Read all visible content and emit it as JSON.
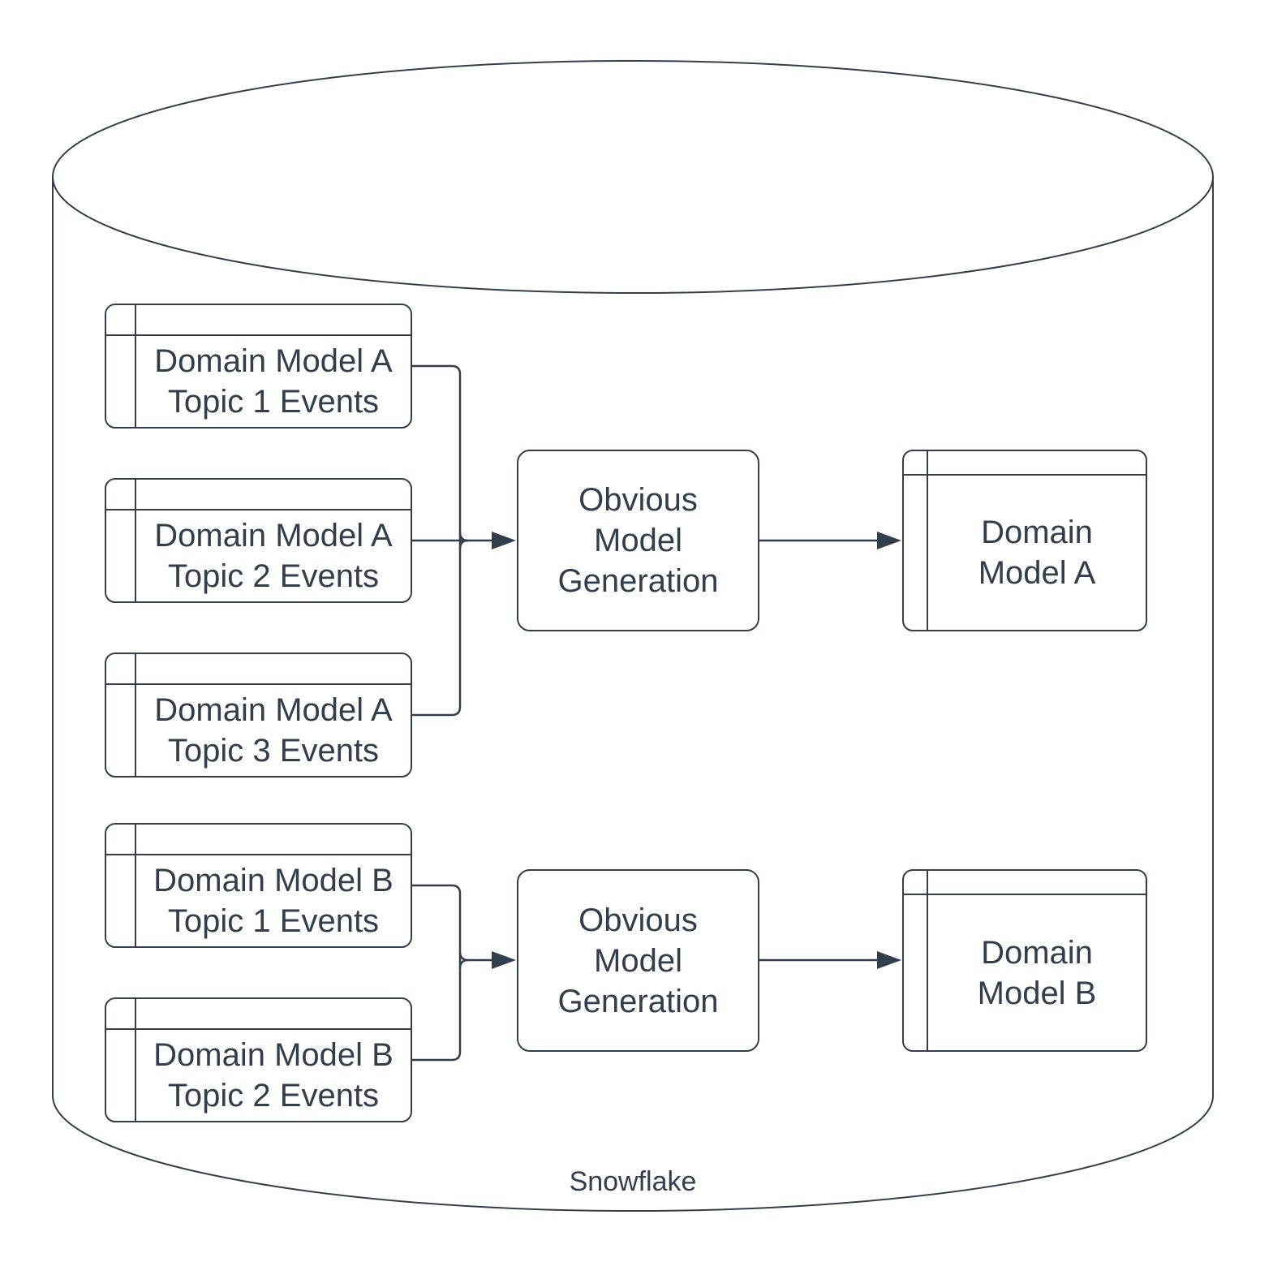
{
  "diagram": {
    "container": {
      "label": "Snowflake",
      "shape": "cylinder"
    },
    "colors": {
      "stroke": "#333e4c",
      "text": "#333e4c",
      "background": "#ffffff"
    },
    "groups": [
      {
        "name": "domain-model-a-pipeline",
        "sources": [
          {
            "id": "topic-a1",
            "lines": [
              "Domain Model A",
              "Topic 1 Events"
            ]
          },
          {
            "id": "topic-a2",
            "lines": [
              "Domain Model A",
              "Topic 2 Events"
            ]
          },
          {
            "id": "topic-a3",
            "lines": [
              "Domain Model A",
              "Topic 3 Events"
            ]
          }
        ],
        "process": {
          "id": "omg-a",
          "lines": [
            "Obvious",
            "Model",
            "Generation"
          ]
        },
        "output": {
          "id": "model-a",
          "lines": [
            "Domain",
            "Model A"
          ]
        }
      },
      {
        "name": "domain-model-b-pipeline",
        "sources": [
          {
            "id": "topic-b1",
            "lines": [
              "Domain Model B",
              "Topic 1 Events"
            ]
          },
          {
            "id": "topic-b2",
            "lines": [
              "Domain Model B",
              "Topic 2 Events"
            ]
          }
        ],
        "process": {
          "id": "omg-b",
          "lines": [
            "Obvious",
            "Model",
            "Generation"
          ]
        },
        "output": {
          "id": "model-b",
          "lines": [
            "Domain",
            "Model B"
          ]
        }
      }
    ]
  }
}
